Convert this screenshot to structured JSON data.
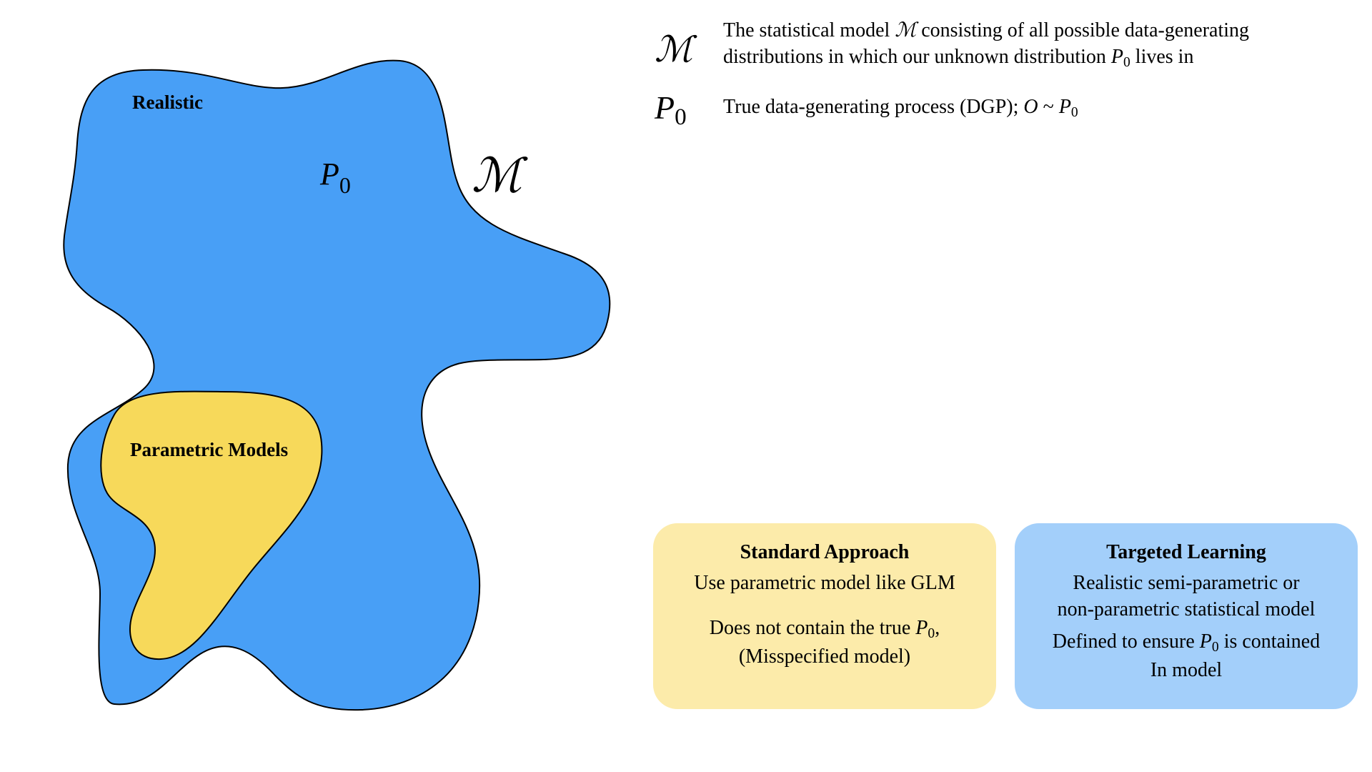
{
  "diagram": {
    "model_symbol": "ℳ",
    "truth_symbol_base": "P",
    "truth_symbol_sub": "0",
    "realistic_label": "Realistic",
    "parametric_label": "Parametric Models",
    "colors": {
      "realistic_fill": "#489ff6",
      "parametric_fill": "#f7d95a",
      "outline": "#000000"
    }
  },
  "legend": {
    "model": {
      "symbol": "ℳ",
      "line1_pre": "The statistical model ",
      "line1_symbol": "ℳ",
      "line1_post": " consisting of all possible data-generating",
      "line2_pre": "distributions in which our unknown distribution ",
      "line2_symbol_base": "P",
      "line2_symbol_sub": "0",
      "line2_post": " lives in"
    },
    "truth": {
      "symbol_base": "P",
      "symbol_sub": "0",
      "text_pre": "True data-generating process (DGP); ",
      "text_o": "O",
      "text_tilde": " ~ ",
      "text_p_base": "P",
      "text_p_sub": "0"
    }
  },
  "boxes": {
    "standard": {
      "title": "Standard Approach",
      "line1": "Use parametric model like GLM",
      "line2_pre": "Does not contain the true ",
      "line2_p_base": "P",
      "line2_p_sub": "0",
      "line2_post": ",",
      "line3": "(Misspecified model)",
      "color": "#fcebaa"
    },
    "targeted": {
      "title": "Targeted Learning",
      "line1": "Realistic semi-parametric or",
      "line2": "non-parametric statistical model",
      "line3_pre": "Defined to ensure ",
      "line3_p_base": "P",
      "line3_p_sub": "0",
      "line3_post": " is contained",
      "line4": "In model",
      "color": "#a3cffa"
    }
  }
}
